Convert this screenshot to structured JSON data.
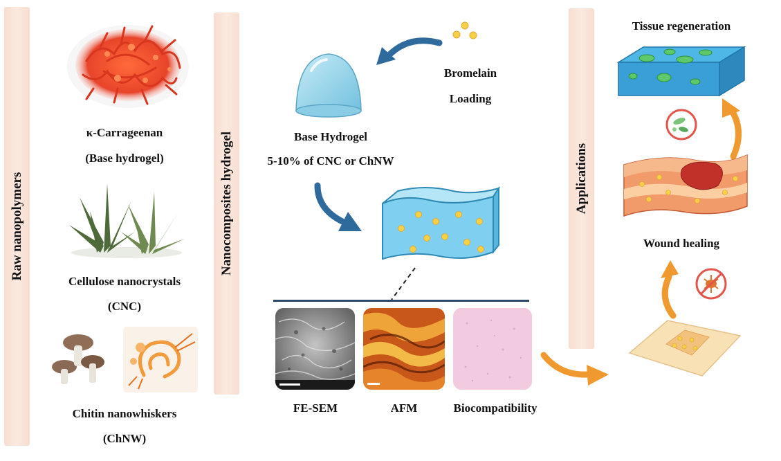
{
  "bands": {
    "raw": "Raw nanopolymers",
    "nanocomposites": "Nanocomposites hydrogel",
    "applications": "Applications"
  },
  "materials": {
    "carrageenan_name": "κ-Carrageenan",
    "carrageenan_role": "(Base hydrogel)",
    "cnc_name": "Cellulose nanocrystals",
    "cnc_abbr": "(CNC)",
    "chnw_name": "Chitin nanowhiskers",
    "chnw_abbr": "(ChNW)"
  },
  "hydrogel": {
    "base_title": "Base Hydrogel",
    "base_detail": "5-10% of CNC or ChNW",
    "drug_line1": "Bromelain",
    "drug_line2": "Loading"
  },
  "characterization": {
    "sem": "FE-SEM",
    "afm": "AFM",
    "bio": "Biocompatibility"
  },
  "applications": {
    "tissue": "Tissue regeneration",
    "wound": "Wound healing"
  },
  "icons": {
    "carrageenan": "red-seaweed-icon",
    "cnc": "pineapple-plant-icon",
    "mushroom": "mushroom-icon",
    "shrimp": "shrimp-icon",
    "drug": "bromelain-dots-icon",
    "gel_dome": "hydrogel-dome-icon",
    "gel_block": "hydrogel-block-icon",
    "bacteria": "bacteria-icon",
    "no_bacteria": "antibacterial-icon"
  },
  "colors": {
    "band": "#f9e2d6",
    "arrow_blue": "#2f6a9c",
    "arrow_orange": "#f0992e",
    "gel_blue": "#8fd3ef",
    "particle": "#f7d145",
    "divider": "#2b4a6a"
  }
}
